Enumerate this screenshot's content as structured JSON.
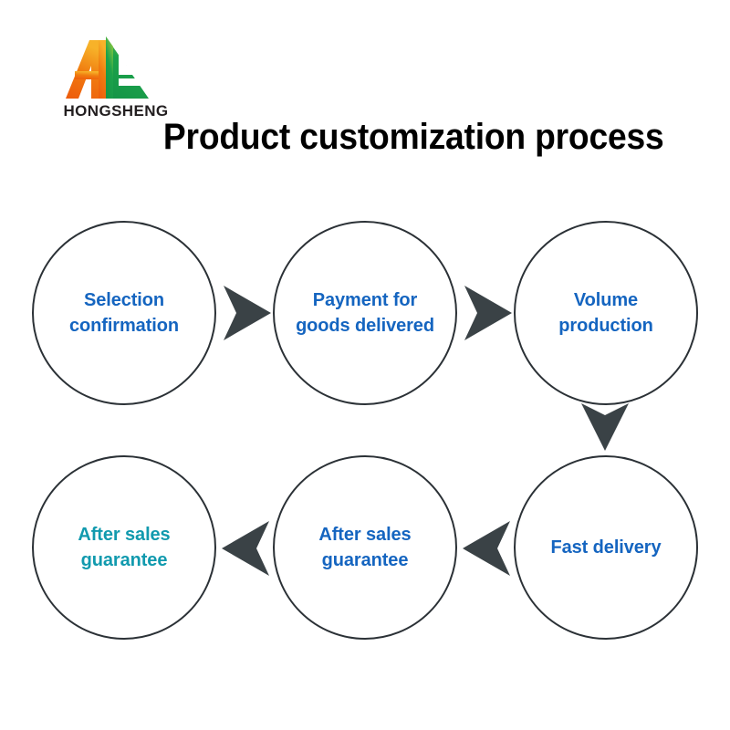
{
  "brand": {
    "name": "HONGSHENG",
    "logo_icon": "hongsheng-hs-triangle-logo",
    "colors": {
      "orange": "#ef6a14",
      "orange_light": "#f5a623",
      "green": "#1b9a4b",
      "green_light": "#62bb46",
      "wordmark": "#231f20"
    }
  },
  "title": "Product customization process",
  "colors": {
    "node_text_blue": "#1565c0",
    "node_text_teal": "#119aae",
    "node_border": "#2b3136",
    "arrow_fill": "#3a4246",
    "background": "#ffffff"
  },
  "flow": {
    "nodes": [
      {
        "id": 1,
        "label": "Selection confirmation",
        "line1": "Selection",
        "line2": "confirmation",
        "color": "blue"
      },
      {
        "id": 2,
        "label": "Payment for goods delivered",
        "line1": "Payment for",
        "line2": "goods delivered",
        "color": "blue"
      },
      {
        "id": 3,
        "label": "Volume production",
        "line1": "Volume",
        "line2": "production",
        "color": "blue"
      },
      {
        "id": 4,
        "label": "Fast delivery",
        "line1": "Fast delivery",
        "line2": "",
        "color": "blue"
      },
      {
        "id": 5,
        "label": "After sales guarantee",
        "line1": "After sales",
        "line2": "guarantee",
        "color": "blue"
      },
      {
        "id": 6,
        "label": "After sales guarantee",
        "line1": "After sales",
        "line2": "guarantee",
        "color": "teal"
      }
    ],
    "connectors": [
      {
        "id": 1,
        "from": 1,
        "to": 2,
        "direction": "right",
        "icon": "arrow-right-icon"
      },
      {
        "id": 2,
        "from": 2,
        "to": 3,
        "direction": "right",
        "icon": "arrow-right-icon"
      },
      {
        "id": 3,
        "from": 3,
        "to": 4,
        "direction": "down",
        "icon": "arrow-down-icon"
      },
      {
        "id": 4,
        "from": 4,
        "to": 5,
        "direction": "left",
        "icon": "arrow-left-icon"
      },
      {
        "id": 5,
        "from": 5,
        "to": 6,
        "direction": "left",
        "icon": "arrow-left-icon"
      }
    ]
  }
}
